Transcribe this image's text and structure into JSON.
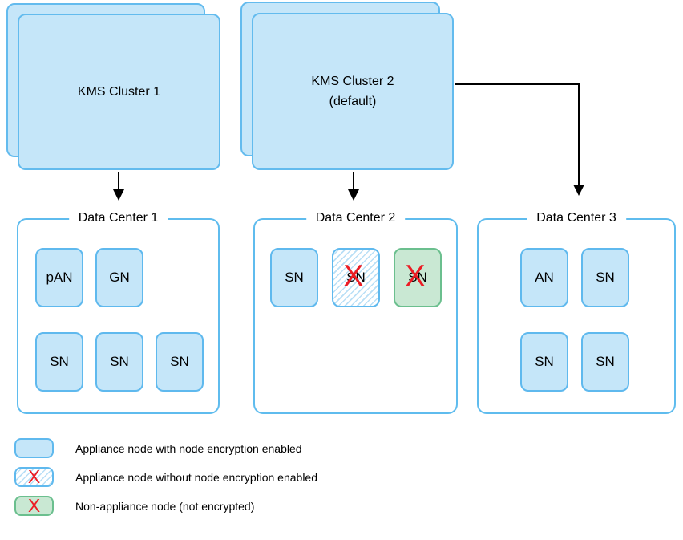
{
  "diagram_title": "KMS clusters and data centers",
  "clusters": [
    {
      "label": "KMS Cluster 1",
      "sublabel": ""
    },
    {
      "label": "KMS Cluster 2",
      "sublabel": "(default)"
    }
  ],
  "datacenters": [
    {
      "title": "Data Center 1",
      "nodes": [
        {
          "label": "pAN",
          "type": "appliance-encrypted"
        },
        {
          "label": "GN",
          "type": "appliance-encrypted"
        },
        {
          "label": "SN",
          "type": "appliance-encrypted"
        },
        {
          "label": "SN",
          "type": "appliance-encrypted"
        },
        {
          "label": "SN",
          "type": "appliance-encrypted"
        }
      ]
    },
    {
      "title": "Data Center 2",
      "nodes": [
        {
          "label": "SN",
          "type": "appliance-encrypted"
        },
        {
          "label": "SN",
          "type": "appliance-not-encrypted"
        },
        {
          "label": "SN",
          "type": "non-appliance"
        }
      ]
    },
    {
      "title": "Data Center 3",
      "nodes": [
        {
          "label": "AN",
          "type": "appliance-encrypted"
        },
        {
          "label": "SN",
          "type": "appliance-encrypted"
        },
        {
          "label": "SN",
          "type": "appliance-encrypted"
        },
        {
          "label": "SN",
          "type": "appliance-encrypted"
        }
      ]
    }
  ],
  "legend": {
    "items": [
      {
        "swatch": "appliance-encrypted",
        "label": "Appliance node with node encryption enabled"
      },
      {
        "swatch": "appliance-not-encrypted",
        "label": "Appliance node without node encryption enabled"
      },
      {
        "swatch": "non-appliance",
        "label": "Non-appliance node (not encrypted)"
      }
    ]
  },
  "symbols": {
    "x_mark": "X"
  },
  "colors": {
    "node_fill": "#c5e6f9",
    "node_border": "#5fb9ee",
    "cluster_border": "#63bbee",
    "hatch_line": "#b9dff6",
    "green_fill": "#c9e8d3",
    "green_border": "#6bbf8e",
    "x_red": "#ec1c24",
    "connector": "#000000"
  }
}
